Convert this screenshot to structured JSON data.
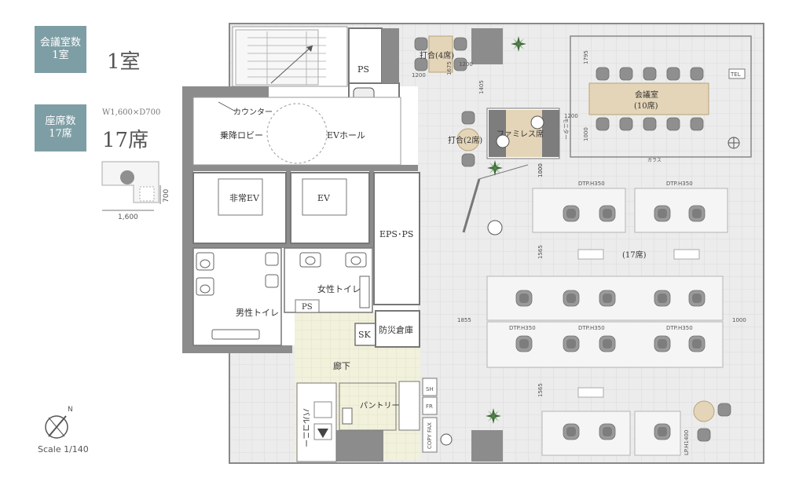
{
  "legend": {
    "rooms_badge_line1": "会議室数",
    "rooms_badge_line2": "1室",
    "rooms_value": "1室",
    "seats_badge_line1": "座席数",
    "seats_badge_line2": "17席",
    "seats_value": "17席",
    "desk_size": "W1,600×D700",
    "desk_width_dim": "1,600",
    "desk_depth_dim": "700"
  },
  "scale": "Scale 1/140",
  "rooms": {
    "ps_top": "PS",
    "counter": "カウンター",
    "lobby": "乗降ロビー",
    "ev_hall": "EVホール",
    "emergency_ev": "非常EV",
    "ev": "EV",
    "eps_ps": "EPS･PS",
    "mens_toilet": "男性トイレ",
    "womens_toilet": "女性トイレ",
    "ps_small": "PS",
    "sk": "SK",
    "storage": "防災倉庫",
    "corridor": "廊下",
    "pantry": "パントリー",
    "balcony": "バルコニー",
    "meeting4": "打合(4席)",
    "meeting2": "打合(2席)",
    "family_seats": "ファミレス席",
    "conference": "会議室",
    "conference_seats": "(10席)",
    "tel": "TEL",
    "office_seats": "(17席)",
    "copy_fax": "COPY FAX",
    "sh": "SH",
    "fr": "FR",
    "monitor": "モニター",
    "glass": "ガラス"
  },
  "desk_labels": {
    "dtp_top1": "DTP.H350",
    "dtp_top2": "DTP.H350",
    "dtp_mid1": "DTP.H350",
    "dtp_mid2": "DTP.H350",
    "dtp_mid3": "DTP.H350",
    "lp": "LP.H1400"
  },
  "dimensions": {
    "d1200a": "1200",
    "d1200b": "1200",
    "d1200c": "1200",
    "d1675": "1675",
    "d1000a": "1000",
    "d1000b": "1000",
    "d1000c": "1000",
    "d1000d": "1000",
    "d1795": "1795",
    "d1405": "1405",
    "d1565a": "1565",
    "d1565b": "1565",
    "d1855": "1855"
  },
  "colors": {
    "accent": "#7e9ea5",
    "wall": "#9a9a9a",
    "floor": "#eceded",
    "corridor": "#f1f1dc",
    "table": "#e4d5b8",
    "chair": "#8f8f8f"
  }
}
